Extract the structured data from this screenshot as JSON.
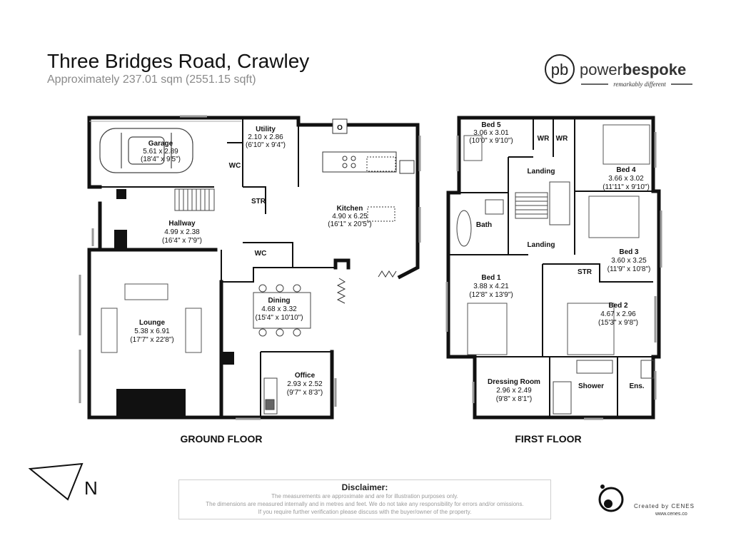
{
  "header": {
    "title": "Three Bridges Road, Crawley",
    "area": "Approximately 237.01 sqm (2551.15 sqft)"
  },
  "brand": {
    "monogram": "pb",
    "name_part1": "power",
    "name_part2": "bespoke",
    "tagline": "remarkably different"
  },
  "floors": {
    "ground": "GROUND FLOOR",
    "first": "FIRST FLOOR"
  },
  "rooms": {
    "garage": {
      "name": "Garage",
      "metric": "5.61 x 2.89",
      "imperial": "(18'4\" x 9'5\")"
    },
    "utility": {
      "name": "Utility",
      "metric": "2.10 x 2.86",
      "imperial": "(6'10\" x 9'4\")"
    },
    "wc1": {
      "name": "WC"
    },
    "str1": {
      "name": "STR"
    },
    "kitchen": {
      "name": "Kitchen",
      "metric": "4.90 x 6.25",
      "imperial": "(16'1\" x 20'5\")"
    },
    "hallway": {
      "name": "Hallway",
      "metric": "4.99 x 2.38",
      "imperial": "(16'4\" x 7'9\")"
    },
    "wc2": {
      "name": "WC"
    },
    "dining": {
      "name": "Dining",
      "metric": "4.68 x 3.32",
      "imperial": "(15'4\" x 10'10\")"
    },
    "lounge": {
      "name": "Lounge",
      "metric": "5.38 x 6.91",
      "imperial": "(17'7\" x 22'8\")"
    },
    "office": {
      "name": "Office",
      "metric": "2.93 x 2.52",
      "imperial": "(9'7\" x 8'3\")"
    },
    "oven": {
      "name": "O"
    },
    "bed5": {
      "name": "Bed 5",
      "metric": "3.06 x 3.01",
      "imperial": "(10'0\" x 9'10\")"
    },
    "wr1": {
      "name": "WR"
    },
    "wr2": {
      "name": "WR"
    },
    "bed4": {
      "name": "Bed 4",
      "metric": "3.66 x 3.02",
      "imperial": "(11'11\" x 9'10\")"
    },
    "landing1": {
      "name": "Landing"
    },
    "bath": {
      "name": "Bath"
    },
    "landing2": {
      "name": "Landing"
    },
    "bed3": {
      "name": "Bed 3",
      "metric": "3.60 x 3.25",
      "imperial": "(11'9\" x 10'8\")"
    },
    "str2": {
      "name": "STR"
    },
    "bed1": {
      "name": "Bed 1",
      "metric": "3.88 x 4.21",
      "imperial": "(12'8\" x 13'9\")"
    },
    "bed2": {
      "name": "Bed 2",
      "metric": "4.67 x 2.96",
      "imperial": "(15'3\" x 9'8\")"
    },
    "dressing": {
      "name": "Dressing Room",
      "metric": "2.96 x 2.49",
      "imperial": "(9'8\" x 8'1\")"
    },
    "shower": {
      "name": "Shower"
    },
    "ens": {
      "name": "Ens."
    }
  },
  "compass": {
    "letter": "N"
  },
  "disclaimer": {
    "heading": "Disclaimer:",
    "lines": [
      "The measurements are approximate and are for illustration purposes only.",
      "The dimensions are measured internally and in metres and feet. We do not take any responsibility for errors and/or omissions.",
      "If you require further verification please discuss with the buyer/owner of the property."
    ]
  },
  "credit": {
    "line1": "Created by CENES",
    "line2": "www.cenes.co"
  }
}
